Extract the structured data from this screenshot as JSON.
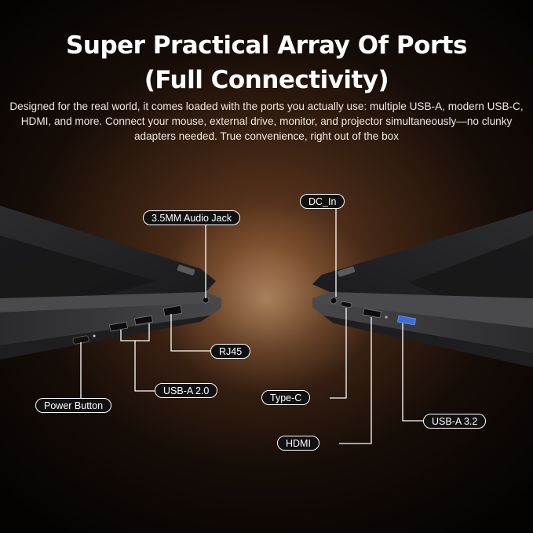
{
  "header": {
    "title_line1": "Super Practical Array Of Ports",
    "title_line2": "(Full Connectivity)",
    "description": "Designed for the real world, it comes loaded with the ports you actually use: multiple USB-A, modern USB-C, HDMI, and more. Connect your mouse, external drive, monitor, and projector simultaneously—no clunky adapters needed. True convenience, right out of the box"
  },
  "labels": {
    "audio_jack": "3.5MM Audio Jack",
    "rj45": "RJ45",
    "usb_a_2": "USB-A 2.0",
    "power_button": "Power Button",
    "dc_in": "DC_In",
    "type_c": "Type-C",
    "hdmi": "HDMI",
    "usb_a_3": "USB-A 3.2"
  },
  "colors": {
    "accent_blue": "#3b6fd8",
    "label_border": "#ffffff",
    "background_glow": "#6a3f22"
  }
}
